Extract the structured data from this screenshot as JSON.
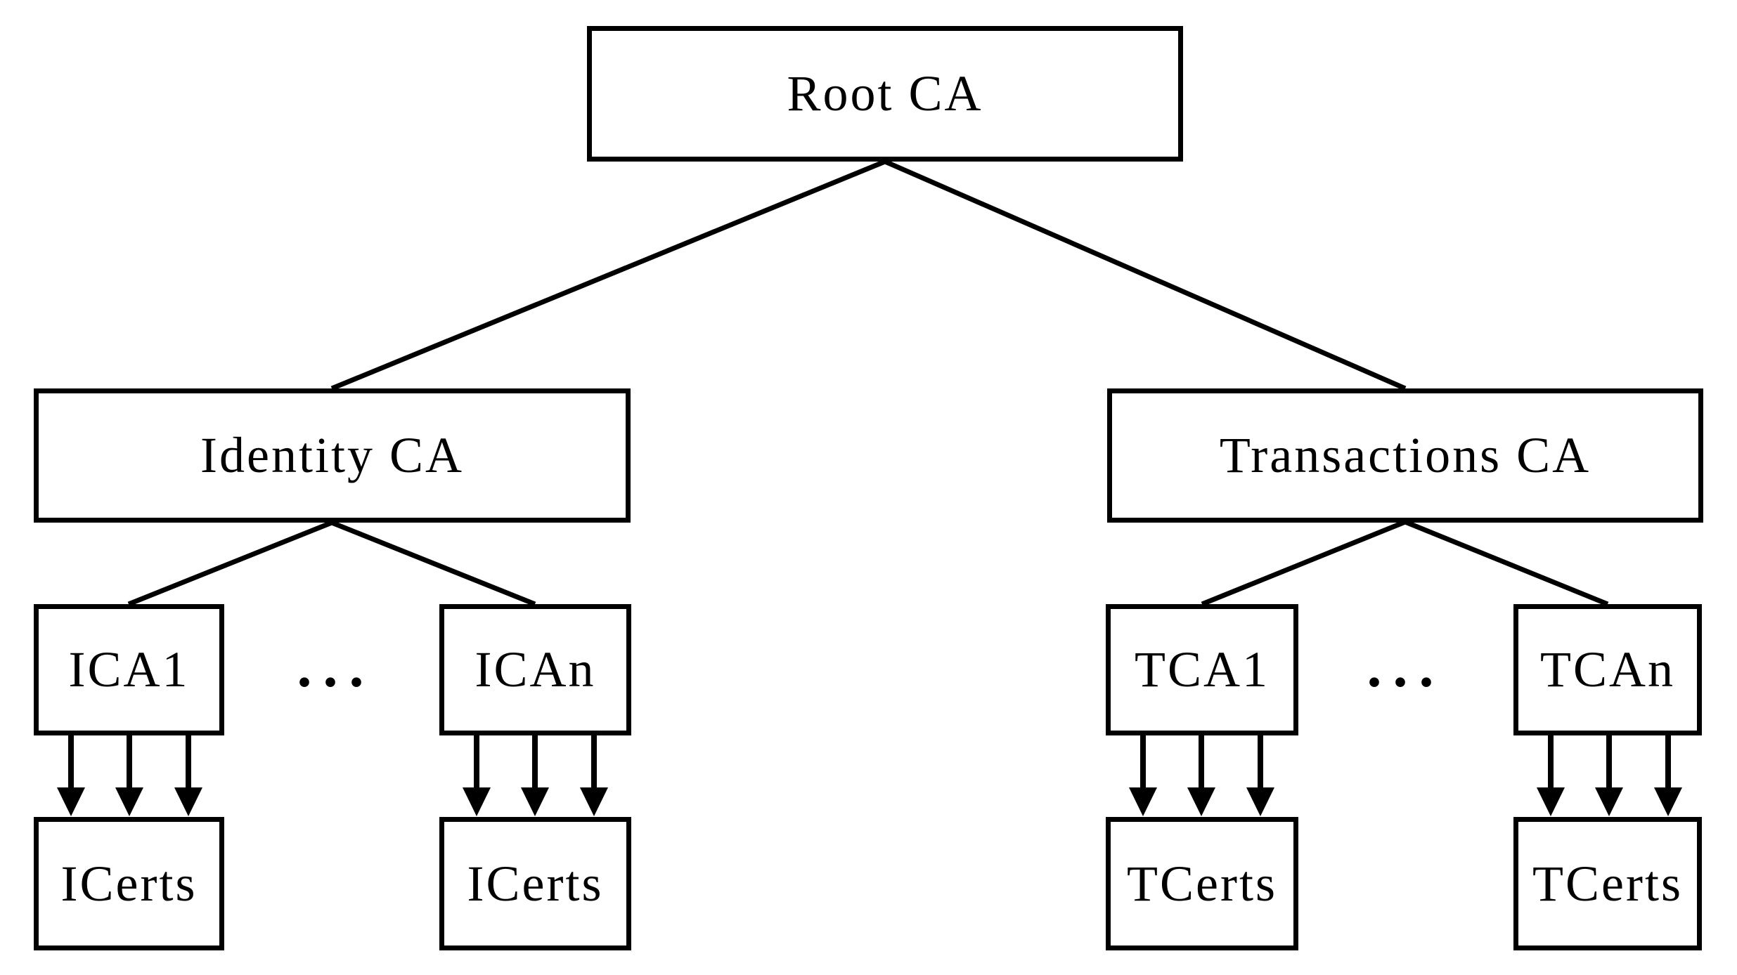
{
  "diagram": {
    "background_color": "#ffffff",
    "line_color": "#000000",
    "text_color": "#000000",
    "type": "certificate-authority-hierarchy-tree"
  },
  "nodes": {
    "root_ca": {
      "label": "Root CA"
    },
    "identity_ca": {
      "label": "Identity CA"
    },
    "transactions_ca": {
      "label": "Transactions CA"
    },
    "ica_1": {
      "label": "ICA1"
    },
    "ica_n": {
      "label": "ICAn"
    },
    "tca_1": {
      "label": "TCA1"
    },
    "tca_n": {
      "label": "TCAn"
    },
    "icerts_1": {
      "label": "ICerts"
    },
    "icerts_n": {
      "label": "ICerts"
    },
    "tcerts_1": {
      "label": "TCerts"
    },
    "tcerts_n": {
      "label": "TCerts"
    }
  },
  "ellipsis": {
    "identity_group": "...",
    "transactions_group": "..."
  },
  "edges": [
    {
      "from": "Root CA",
      "to": "Identity CA",
      "style": "line"
    },
    {
      "from": "Root CA",
      "to": "Transactions CA",
      "style": "line"
    },
    {
      "from": "Identity CA",
      "to": "ICA1",
      "style": "line"
    },
    {
      "from": "Identity CA",
      "to": "ICAn",
      "style": "line"
    },
    {
      "from": "Transactions CA",
      "to": "TCA1",
      "style": "line"
    },
    {
      "from": "Transactions CA",
      "to": "TCAn",
      "style": "line"
    },
    {
      "from": "ICA1",
      "to": "ICerts",
      "style": "triple-arrow"
    },
    {
      "from": "ICAn",
      "to": "ICerts",
      "style": "triple-arrow"
    },
    {
      "from": "TCA1",
      "to": "TCerts",
      "style": "triple-arrow"
    },
    {
      "from": "TCAn",
      "to": "TCerts",
      "style": "triple-arrow"
    }
  ]
}
